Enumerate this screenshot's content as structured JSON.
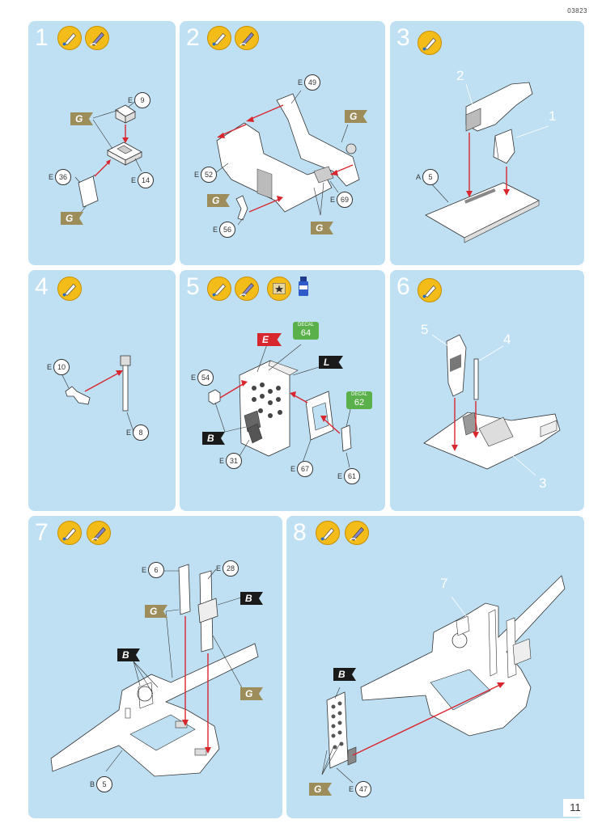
{
  "header": {
    "code": "03823"
  },
  "footer": {
    "page_number": "11"
  },
  "decal_label": "DECAL",
  "steps": {
    "s1": {
      "number": "1",
      "callouts": {
        "e9": "9",
        "e14": "14",
        "e36": "36"
      },
      "flags": {
        "g1": "G",
        "g2": "G"
      }
    },
    "s2": {
      "number": "2",
      "callouts": {
        "e49": "49",
        "e52": "52",
        "e69": "69",
        "e56": "56"
      },
      "flags": {
        "g1": "G",
        "g2": "G",
        "g3": "G"
      }
    },
    "s3": {
      "number": "3",
      "callouts": {
        "a5": "5"
      },
      "sub_labels": {
        "two": "2",
        "one": "1"
      }
    },
    "s4": {
      "number": "4",
      "callouts": {
        "e10": "10",
        "e8": "8"
      }
    },
    "s5": {
      "number": "5",
      "callouts": {
        "e54": "54",
        "e31": "31",
        "e67": "67",
        "e61": "61"
      },
      "flags": {
        "e": "E",
        "l": "L",
        "b": "B"
      },
      "decals": {
        "d64": "64",
        "d62": "62"
      }
    },
    "s6": {
      "number": "6",
      "sub_labels": {
        "five": "5",
        "four": "4",
        "three": "3"
      }
    },
    "s7": {
      "number": "7",
      "callouts": {
        "e6": "6",
        "e28": "28",
        "b5": "5"
      },
      "flags": {
        "g1": "G",
        "g2": "G",
        "b1": "B",
        "b2": "B"
      }
    },
    "s8": {
      "number": "8",
      "callouts": {
        "e47": "47"
      },
      "flags": {
        "b": "B",
        "g": "G"
      },
      "sub_labels": {
        "seven": "7"
      }
    }
  },
  "prefixes": {
    "E": "E",
    "A": "A",
    "B": "B"
  },
  "colors": {
    "panel": "#bfe0f3",
    "paint_icon": "#f3bc19",
    "arrow": "#d8262f",
    "gold_flag": "#9d8d5b",
    "black_flag": "#1a1a1a",
    "red_flag": "#d8262f",
    "decal_green": "#5ab04a"
  }
}
